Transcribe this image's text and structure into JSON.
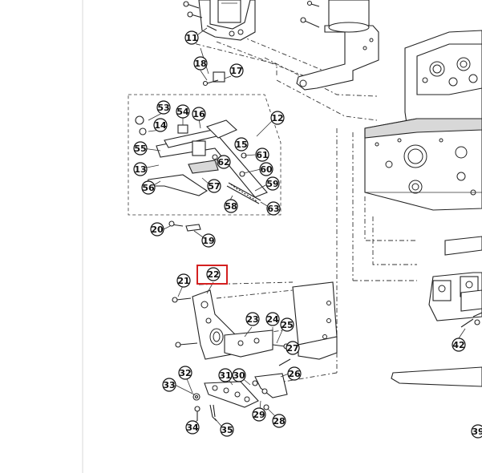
{
  "diagram": {
    "callouts": [
      {
        "id": "c11",
        "label": "11"
      },
      {
        "id": "c18",
        "label": "18"
      },
      {
        "id": "c17",
        "label": "17"
      },
      {
        "id": "c53",
        "label": "53"
      },
      {
        "id": "c54",
        "label": "54"
      },
      {
        "id": "c16",
        "label": "16"
      },
      {
        "id": "c12",
        "label": "12"
      },
      {
        "id": "c14",
        "label": "14"
      },
      {
        "id": "c55",
        "label": "55"
      },
      {
        "id": "c15",
        "label": "15"
      },
      {
        "id": "c61",
        "label": "61"
      },
      {
        "id": "c62",
        "label": "62"
      },
      {
        "id": "c13",
        "label": "13"
      },
      {
        "id": "c60",
        "label": "60"
      },
      {
        "id": "c56",
        "label": "56"
      },
      {
        "id": "c57",
        "label": "57"
      },
      {
        "id": "c59",
        "label": "59"
      },
      {
        "id": "c58",
        "label": "58"
      },
      {
        "id": "c63",
        "label": "63"
      },
      {
        "id": "c20",
        "label": "20"
      },
      {
        "id": "c19",
        "label": "19"
      },
      {
        "id": "c22",
        "label": "22"
      },
      {
        "id": "c21",
        "label": "21"
      },
      {
        "id": "c23",
        "label": "23"
      },
      {
        "id": "c24",
        "label": "24"
      },
      {
        "id": "c25",
        "label": "25"
      },
      {
        "id": "c27",
        "label": "27"
      },
      {
        "id": "c42",
        "label": "42"
      },
      {
        "id": "c32",
        "label": "32"
      },
      {
        "id": "c31",
        "label": "31"
      },
      {
        "id": "c30",
        "label": "30"
      },
      {
        "id": "c26",
        "label": "26"
      },
      {
        "id": "c33",
        "label": "33"
      },
      {
        "id": "c29",
        "label": "29"
      },
      {
        "id": "c28",
        "label": "28"
      },
      {
        "id": "c34",
        "label": "34"
      },
      {
        "id": "c35",
        "label": "35"
      },
      {
        "id": "c39",
        "label": "39"
      }
    ],
    "highlighted_callout": "22",
    "highlight_color": "#d42020"
  }
}
